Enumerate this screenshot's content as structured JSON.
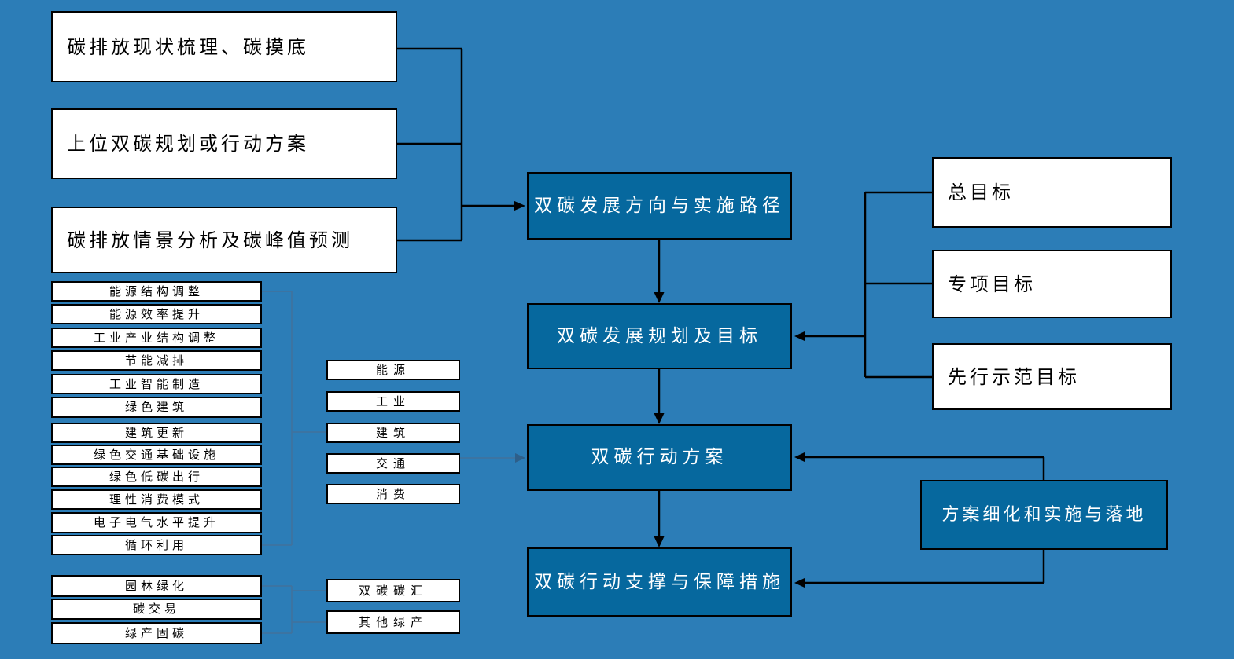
{
  "colors": {
    "background": "#2C7DB7",
    "dark_box_fill": "#06689E",
    "white_box_fill": "#FFFFFF",
    "box_border": "#000000",
    "black_connector": "#000000",
    "thin_connector": "#41719C",
    "thin_arrowhead": "#2E5F8A",
    "dark_box_text": "#FFFFFF",
    "white_box_text": "#000000"
  },
  "diagram": {
    "inputs": [
      "碳排放现状梳理、碳摸底",
      "上位双碳规划或行动方案",
      "碳排放情景分析及碳峰值预测"
    ],
    "main_flow": [
      "双碳发展方向与实施路径",
      "双碳发展规划及目标",
      "双碳行动方案",
      "双碳行动支撑与保障措施"
    ],
    "goals": [
      "总目标",
      "专项目标",
      "先行示范目标"
    ],
    "implementation": "方案细化和实施与落地",
    "action_items": [
      "能源结构调整",
      "能源效率提升",
      "工业产业结构调整",
      "节能减排",
      "工业智能制造",
      "绿色建筑",
      "建筑更新",
      "绿色交通基础设施",
      "绿色低碳出行",
      "理性消费模式",
      "电子电气水平提升",
      "循环利用"
    ],
    "sectors": [
      "能源",
      "工业",
      "建筑",
      "交通",
      "消费"
    ],
    "sink_items": [
      "园林绿化",
      "碳交易",
      "绿产固碳"
    ],
    "sink_categories": [
      "双碳碳汇",
      "其他绿产"
    ]
  }
}
